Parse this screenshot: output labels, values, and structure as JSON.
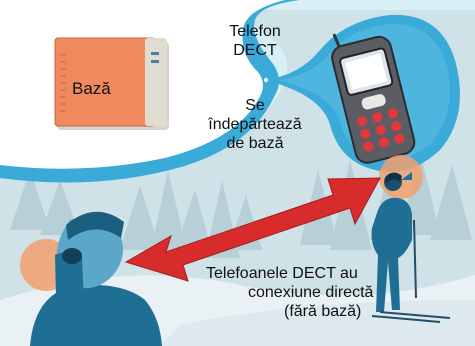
{
  "labels": {
    "base": "Bază",
    "phone_title": [
      "Telefon",
      "DECT"
    ],
    "moves_away": [
      "Se",
      "îndepărtează",
      "de bază"
    ],
    "direct_connection": [
      "Telefoanele DECT au",
      "conexiune directă",
      "(fără bază)"
    ]
  },
  "colors": {
    "sky": "#c9dfe6",
    "bubble": "#3aaad8",
    "bubble_light": "#d9f0f7",
    "base_unit": "#ef8a5f",
    "arrow": "#d82b2b",
    "figure": "#1f6f95",
    "tree": "#b9d2da",
    "snow": "#edf3f6"
  },
  "icons": [
    "base-station-icon",
    "cordless-phone-icon",
    "person-on-phone-icon",
    "skier-icon",
    "double-arrow-icon"
  ]
}
